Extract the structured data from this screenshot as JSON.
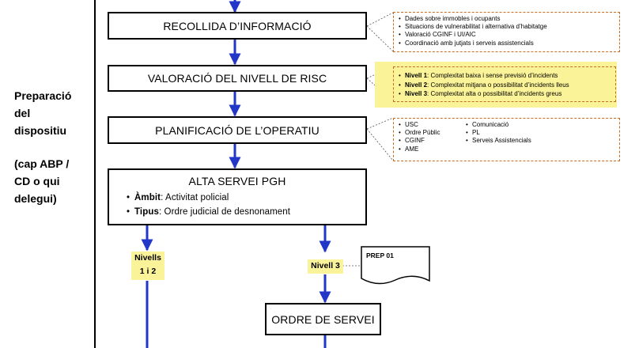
{
  "lane": {
    "lines": [
      "Preparació",
      "del",
      "dispositiu"
    ],
    "sub_lines": [
      "(cap ABP /",
      "CD o qui",
      "delegui)"
    ]
  },
  "steps": {
    "recollida": "RECOLLIDA D’INFORMACIÓ",
    "valoracio": "VALORACIÓ DEL NIVELL DE RISC",
    "planificacio": "PLANIFICACIÓ DE L’OPERATIU",
    "alta": {
      "title": "ALTA SERVEI PGH",
      "ambit_key": "Àmbit",
      "ambit_val": ": Activitat policial",
      "tipus_key": "Tipus",
      "tipus_val": ": Ordre judicial de desnonament"
    },
    "ordre": "ORDRE DE SERVEI"
  },
  "notes": {
    "recollida": [
      "Dades sobre immobles i ocupants",
      "Situacions de vulnerabilitat i alternativa d’habitatge",
      "Valoració CGINF i UI/AIC",
      "Coordinació amb jutjats i serveis assistencials"
    ],
    "risc": [
      {
        "key": "Nivell 1",
        "text": ": Complexitat baixa i sense previsió d’incidents"
      },
      {
        "key": "Nivell 2",
        "text": ": Complexitat mitjana o possibilitat d’incidents lleus"
      },
      {
        "key": "Nivell 3",
        "text": ": Complexitat alta o possibilitat d’incidents greus"
      }
    ],
    "operatiu_col1": [
      "USC",
      "Ordre Públic",
      "CGINF",
      "AME"
    ],
    "operatiu_col2": [
      "Comunicació",
      "PL",
      "Serveis Assistencials"
    ]
  },
  "badges": {
    "nivells_12_line1": "Nivells",
    "nivells_12_line2": "1 i 2",
    "nivell_3": "Nivell 3"
  },
  "document": {
    "label": "PREP 01"
  },
  "colors": {
    "arrow": "#2237c8",
    "highlight": "#fbf397",
    "dashed_border": "#c66d22"
  }
}
